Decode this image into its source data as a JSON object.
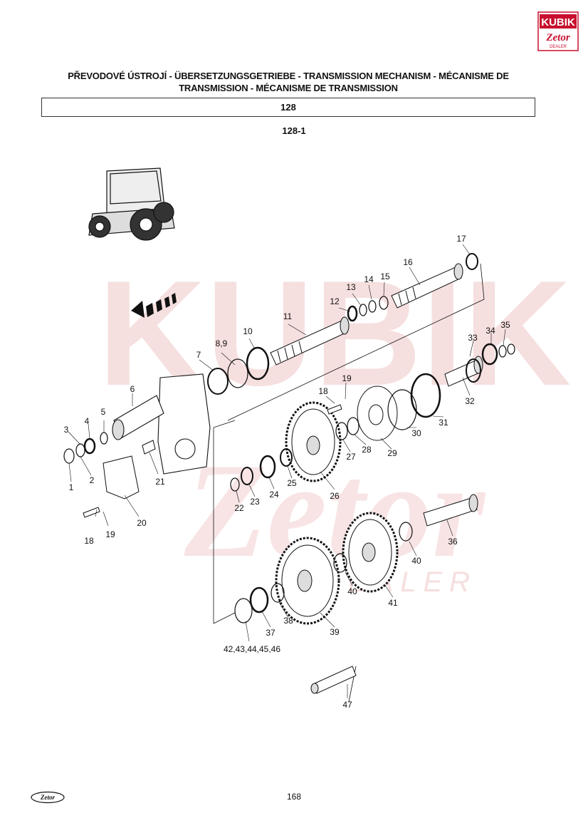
{
  "brand": {
    "logo_top": "KUBIK",
    "logo_bottom": "Zetor",
    "logo_sub": "DEALER",
    "watermark_top": "KUBIK",
    "watermark_bottom": "Zetor",
    "watermark_sub": "DEALER"
  },
  "header": {
    "title_line1": "PŘEVODOVÉ ÚSTROJÍ - ÜBERSETZUNGSGETRIEBE - TRANSMISSION MECHANISM - MÉCANISME DE",
    "title_line2": "TRANSMISSION - MÉCANISME DE TRANSMISSION",
    "group_code": "128",
    "subgroup_code": "128-1"
  },
  "callouts": {
    "c1": "1",
    "c2": "2",
    "c3": "3",
    "c4": "4",
    "c5": "5",
    "c6": "6",
    "c7": "7",
    "c8_9": "8,9",
    "c10": "10",
    "c11": "11",
    "c12": "12",
    "c13": "13",
    "c14": "14",
    "c15": "15",
    "c16": "16",
    "c17": "17",
    "c18a": "18",
    "c19a": "19",
    "c18b": "18",
    "c19b": "19",
    "c20": "20",
    "c21": "21",
    "c22": "22",
    "c23": "23",
    "c24": "24",
    "c25": "25",
    "c26": "26",
    "c27": "27",
    "c28": "28",
    "c29": "29",
    "c30": "30",
    "c31": "31",
    "c32": "32",
    "c33": "33",
    "c34": "34",
    "c35": "35",
    "c36": "36",
    "c37": "37",
    "c38": "38",
    "c39": "39",
    "c40a": "40",
    "c40b": "40",
    "c41": "41",
    "c42_46": "42,43,44,45,46",
    "c47": "47"
  },
  "footer": {
    "logo": "Zetor",
    "page_number": "168"
  },
  "colors": {
    "watermark": "#f6dcdc",
    "ink": "#111111",
    "logo_red": "#c8102e"
  }
}
